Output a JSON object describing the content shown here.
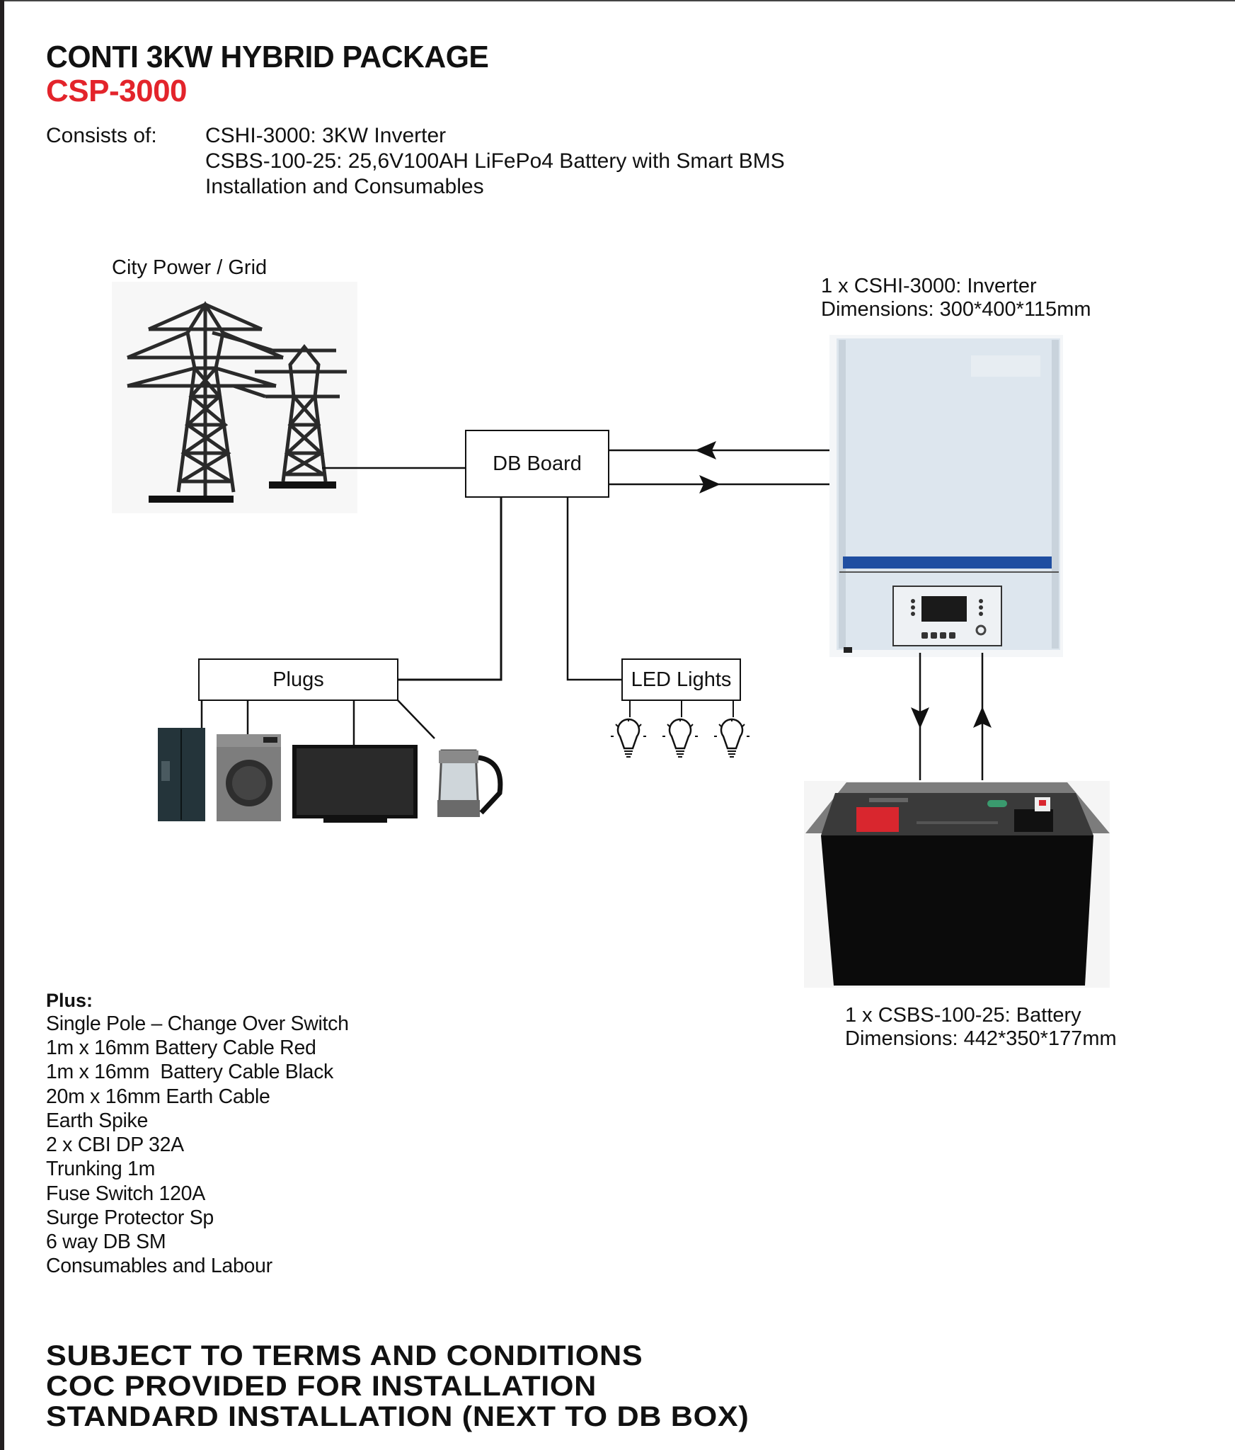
{
  "header": {
    "title": "CONTI 3KW HYBRID PACKAGE",
    "code": "CSP-3000",
    "code_color": "#e3242b"
  },
  "consists": {
    "label": "Consists of:",
    "items": [
      "CSHI-3000: 3KW Inverter",
      "CSBS-100-25: 25,6V100AH LiFePo4 Battery with Smart BMS",
      "Installation and Consumables"
    ]
  },
  "diagram": {
    "grid_label": "City Power / Grid",
    "db_board": "DB Board",
    "plugs": "Plugs",
    "led_lights": "LED Lights",
    "inverter": {
      "name": "1 x CSHI-3000: Inverter",
      "dimensions": "Dimensions: 300*400*115mm",
      "accent_color": "#1f4ea1"
    },
    "battery": {
      "name": "1 x CSBS-100-25: Battery",
      "dimensions": "Dimensions: 442*350*177mm",
      "terminal_color": "#d9262e"
    },
    "appliances": [
      "fridge-icon",
      "washing-machine-icon",
      "television-icon",
      "kettle-icon"
    ],
    "bulb_count": 3
  },
  "plus": {
    "heading": "Plus:",
    "items": [
      "Single Pole – Change Over Switch",
      "1m x 16mm Battery Cable Red",
      "1m x 16mm  Battery Cable Black",
      "20m x 16mm Earth Cable",
      "Earth Spike",
      "2 x CBI DP 32A",
      "Trunking 1m",
      "Fuse Switch 120A",
      "Surge Protector Sp",
      "6 way DB SM",
      "Consumables and Labour"
    ]
  },
  "footer": {
    "lines": [
      "SUBJECT TO TERMS AND CONDITIONS",
      "COC PROVIDED FOR INSTALLATION",
      "STANDARD INSTALLATION (NEXT TO DB BOX)"
    ]
  }
}
